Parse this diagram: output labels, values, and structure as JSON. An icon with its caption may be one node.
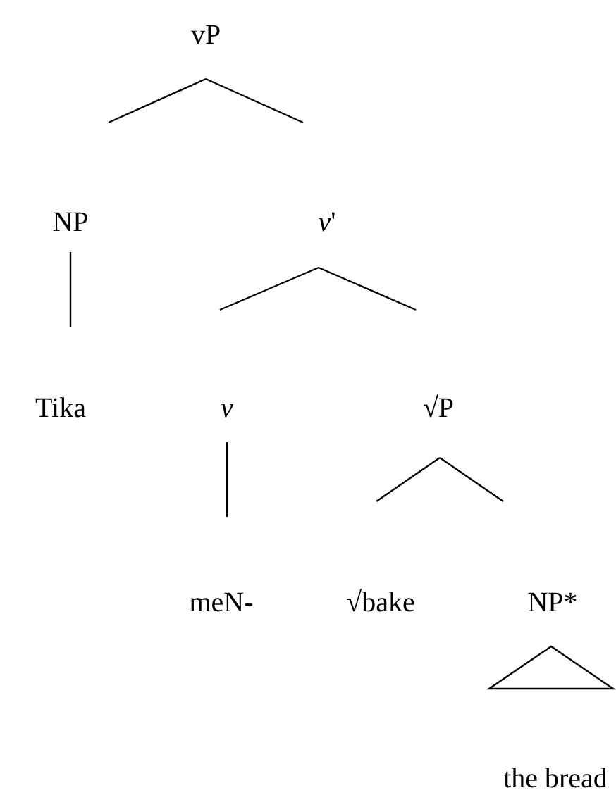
{
  "diagram": {
    "nodes": [
      {
        "text": [
          "vP"
        ]
      },
      {
        "text": [
          "NP"
        ]
      },
      {
        "text": [
          "*v*'"
        ]
      },
      {
        "text": [
          "Tika"
        ]
      },
      {
        "text": [
          "*v*"
        ]
      },
      {
        "text": [
          "√P"
        ]
      },
      {
        "text": [
          "meN-"
        ]
      },
      {
        "text": [
          "√bake"
        ]
      },
      {
        "text": [
          "NP*"
        ]
      },
      {
        "text": [
          "the bread"
        ]
      }
    ],
    "edges": [
      {
        "from": 0,
        "to": 1,
        "arrow": "none"
      },
      {
        "from": 0,
        "to": 2,
        "arrow": "none"
      },
      {
        "from": 1,
        "to": 3,
        "arrow": "none"
      },
      {
        "from": 2,
        "to": 4,
        "arrow": "none"
      },
      {
        "from": 2,
        "to": 5,
        "arrow": "none"
      },
      {
        "from": 4,
        "to": 6,
        "arrow": "none"
      },
      {
        "from": 5,
        "to": 7,
        "arrow": "none"
      },
      {
        "from": 5,
        "to": 8,
        "arrow": "none"
      },
      {
        "from": 8,
        "to": 9,
        "arrow": "none"
      }
    ]
  }
}
